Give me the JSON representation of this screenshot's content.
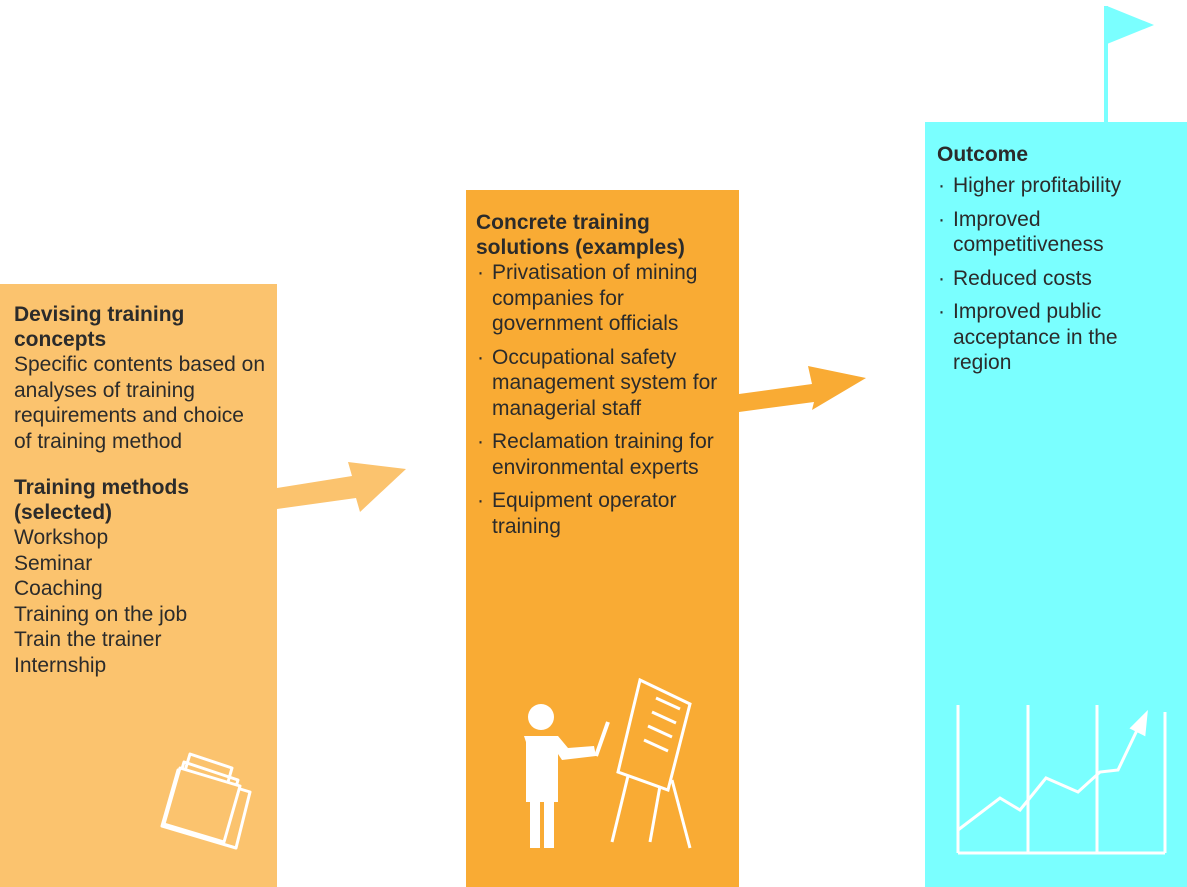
{
  "column1": {
    "heading1": "Devising training concepts",
    "text1": "Specific contents based on analyses of training requirements and choice of training method",
    "heading2": "Training methods (selected)",
    "methods": [
      "Workshop",
      "Seminar",
      "Coaching",
      "Training on the job",
      "Train the trainer",
      "Internship"
    ],
    "icon": "documents-icon",
    "color": "#fbc36e"
  },
  "column2": {
    "heading": "Concrete training solutions (examples)",
    "items": [
      "Privatisation of mining companies for government officials",
      "Occupational safety management system for managerial staff",
      "Reclamation training for environmental experts",
      "Equipment operator training"
    ],
    "icon": "trainer-flipchart-icon",
    "color": "#f9ab34"
  },
  "column3": {
    "heading": "Outcome",
    "items": [
      "Higher profitability",
      "Improved competitiveness",
      "Reduced costs",
      "Improved public acceptance in the region"
    ],
    "icon": "growth-chart-icon",
    "flag_icon": "flag-icon",
    "color": "#7affff"
  },
  "bullet": "·"
}
